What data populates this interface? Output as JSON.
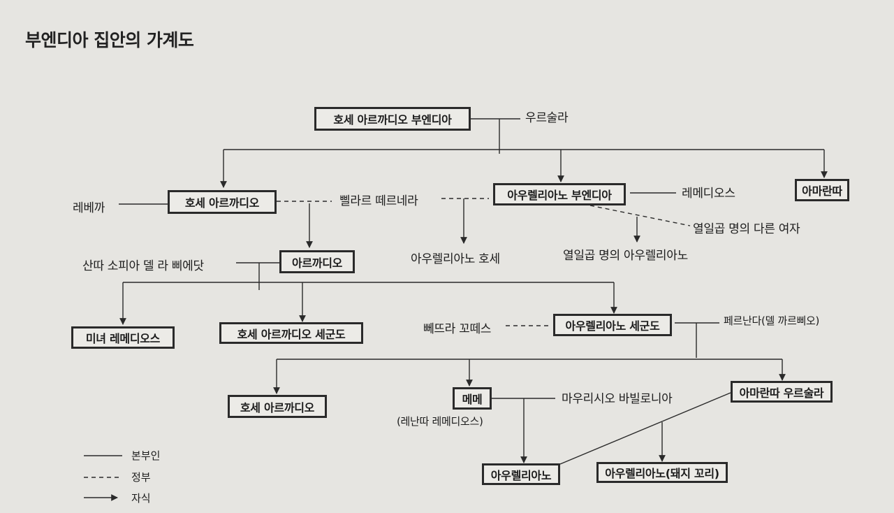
{
  "title": "부엔디아 집안의 가계도",
  "persons": {
    "jose_arcadio_buendia": "호세 아르까디오 부엔디아",
    "ursula": "우르술라",
    "jose_arcadio": "호세 아르까디오",
    "rebeca": "레베까",
    "pilar_ternera": "삘라르 떼르네라",
    "aureliano_buendia": "아우렐리아노 부엔디아",
    "remedios": "레메디오스",
    "amaranta": "아마란따",
    "seventeen_women": "열일곱 명의 다른 여자",
    "seventeen_aurelianos": "열일곱 명의 아우렐리아노",
    "aureliano_jose": "아우렐리아노 호세",
    "arcadio": "아르까디오",
    "santa_sofia": "산따 소피아 델 라 삐에닷",
    "remedios_beauty": "미녀 레메디오스",
    "jose_arcadio_segundo": "호세 아르까디오 세군도",
    "petra_cotes": "뻬뜨라 꼬떼스",
    "aureliano_segundo": "아우렐리아노 세군도",
    "fernanda": "페르난다(델 까르삐오)",
    "jose_arcadio_2": "호세 아르까디오",
    "meme": "메메",
    "meme_alias": "(레난따 레메디오스)",
    "mauricio": "마우리시오 바빌로니아",
    "amaranta_ursula": "아마란따 우르술라",
    "aureliano_2": "아우렐리아노",
    "aureliano_pigtail": "아우렐리아노(돼지 꼬리)"
  },
  "legend": {
    "spouse": "본부인",
    "mistress": "정부",
    "child": "자식"
  }
}
